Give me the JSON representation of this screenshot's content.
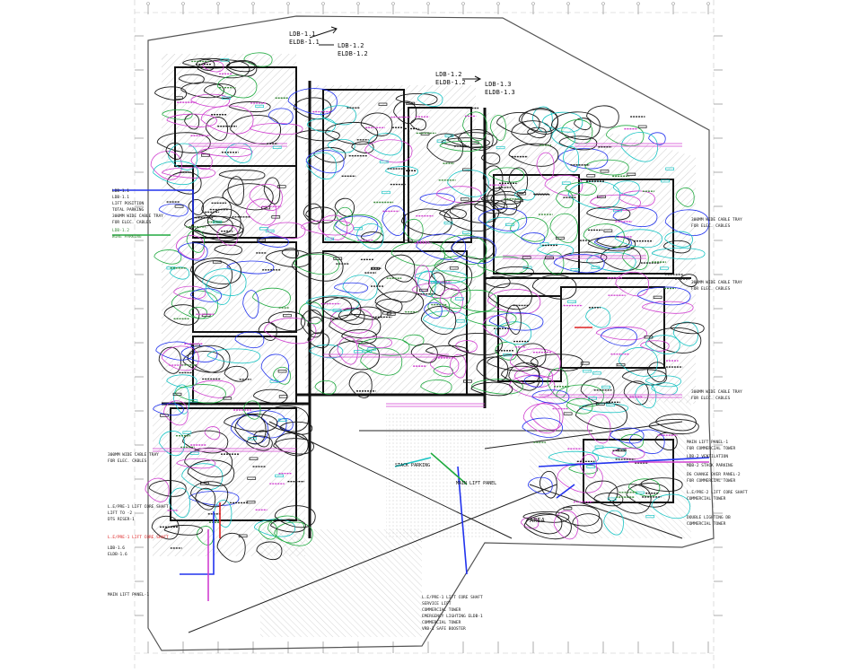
{
  "drawing": {
    "title": "",
    "colors": {
      "background": "#ffffff",
      "wall": "#111111",
      "grid": "#9a9a9a",
      "hatch": "#777777",
      "cable_dark": "#1a1a1a",
      "cable_cyan": "#18c4c4",
      "cable_magenta": "#d040d0",
      "cable_blue": "#2233ee",
      "cable_green": "#20aa40",
      "cable_red": "#dd2222",
      "label_green": "#3a8a3a"
    },
    "callouts": {
      "ldb11": "LDB-1.1",
      "eldb11": "ELDB-1.1",
      "ldb12a": "LDB-1.2",
      "eldb12a": "ELDB-1.2",
      "ldb12b": "LDB-1.2",
      "eldb12b": "ELDB-1.2",
      "ldb13": "LDB-1.3",
      "eldb13": "ELDB-1.3"
    },
    "side_notes_left": [
      "LDB-1.1",
      "LDB-1.1",
      "LIFT POSITION",
      "TOTAL PARKING",
      "300MM WIDE CABLE TRAY",
      "FOR ELEC. CABLES",
      "LDB-1.2",
      "WIRE PARKING"
    ],
    "side_notes_left_lower": [
      "300MM WIDE CABLE TRAY",
      "FOR ELEC. CABLES",
      "L.E/PRE-1 LIFT CORE SHAFT",
      "LIFT  TO  -2",
      "DTS  RISER-1",
      "L.E/PRE-1 LIFT CORE SHAFT",
      "LDB-1.6",
      "ELDB-1.6",
      "MAIN LIFT PANEL-1"
    ],
    "side_notes_right": [
      "300MM WIDE CABLE TRAY",
      "FOR ELEC. CABLES",
      "300MM WIDE CABLE TRAY",
      "FOR ELEC. CABLES",
      "300MM WIDE CABLE TRAY",
      "FOR ELEC. CABLES"
    ],
    "side_notes_right_lower": [
      "MAIN LIFT PANEL-1",
      "FOR COMMERCIAL TOWER",
      "LDB-2 VENTILATION",
      "MDB-2 STACK PARKING",
      "DG CHANGE OVER PANEL-2",
      "FOR COMMERCIAL TOWER",
      "L.E/PRE-2 LIFT CORE SHAFT",
      "COMMERCIAL TOWER",
      "DOUBLE LIGHTING DB",
      "COMMERCIAL TOWER"
    ],
    "bottom_notes": [
      "L.E/PRE-1 LIFT CORE SHAFT",
      "SERVICE LIFT",
      "COMMERCIAL TOWER",
      "EMERGENCY LIGHTING ELDB-1",
      "COMMERCIAL TOWER",
      "VRB-1 SAFE BOOSTER"
    ],
    "center_notes": [
      "MAIN LIFT PANEL",
      "STACK PARKING",
      "AREA"
    ]
  }
}
